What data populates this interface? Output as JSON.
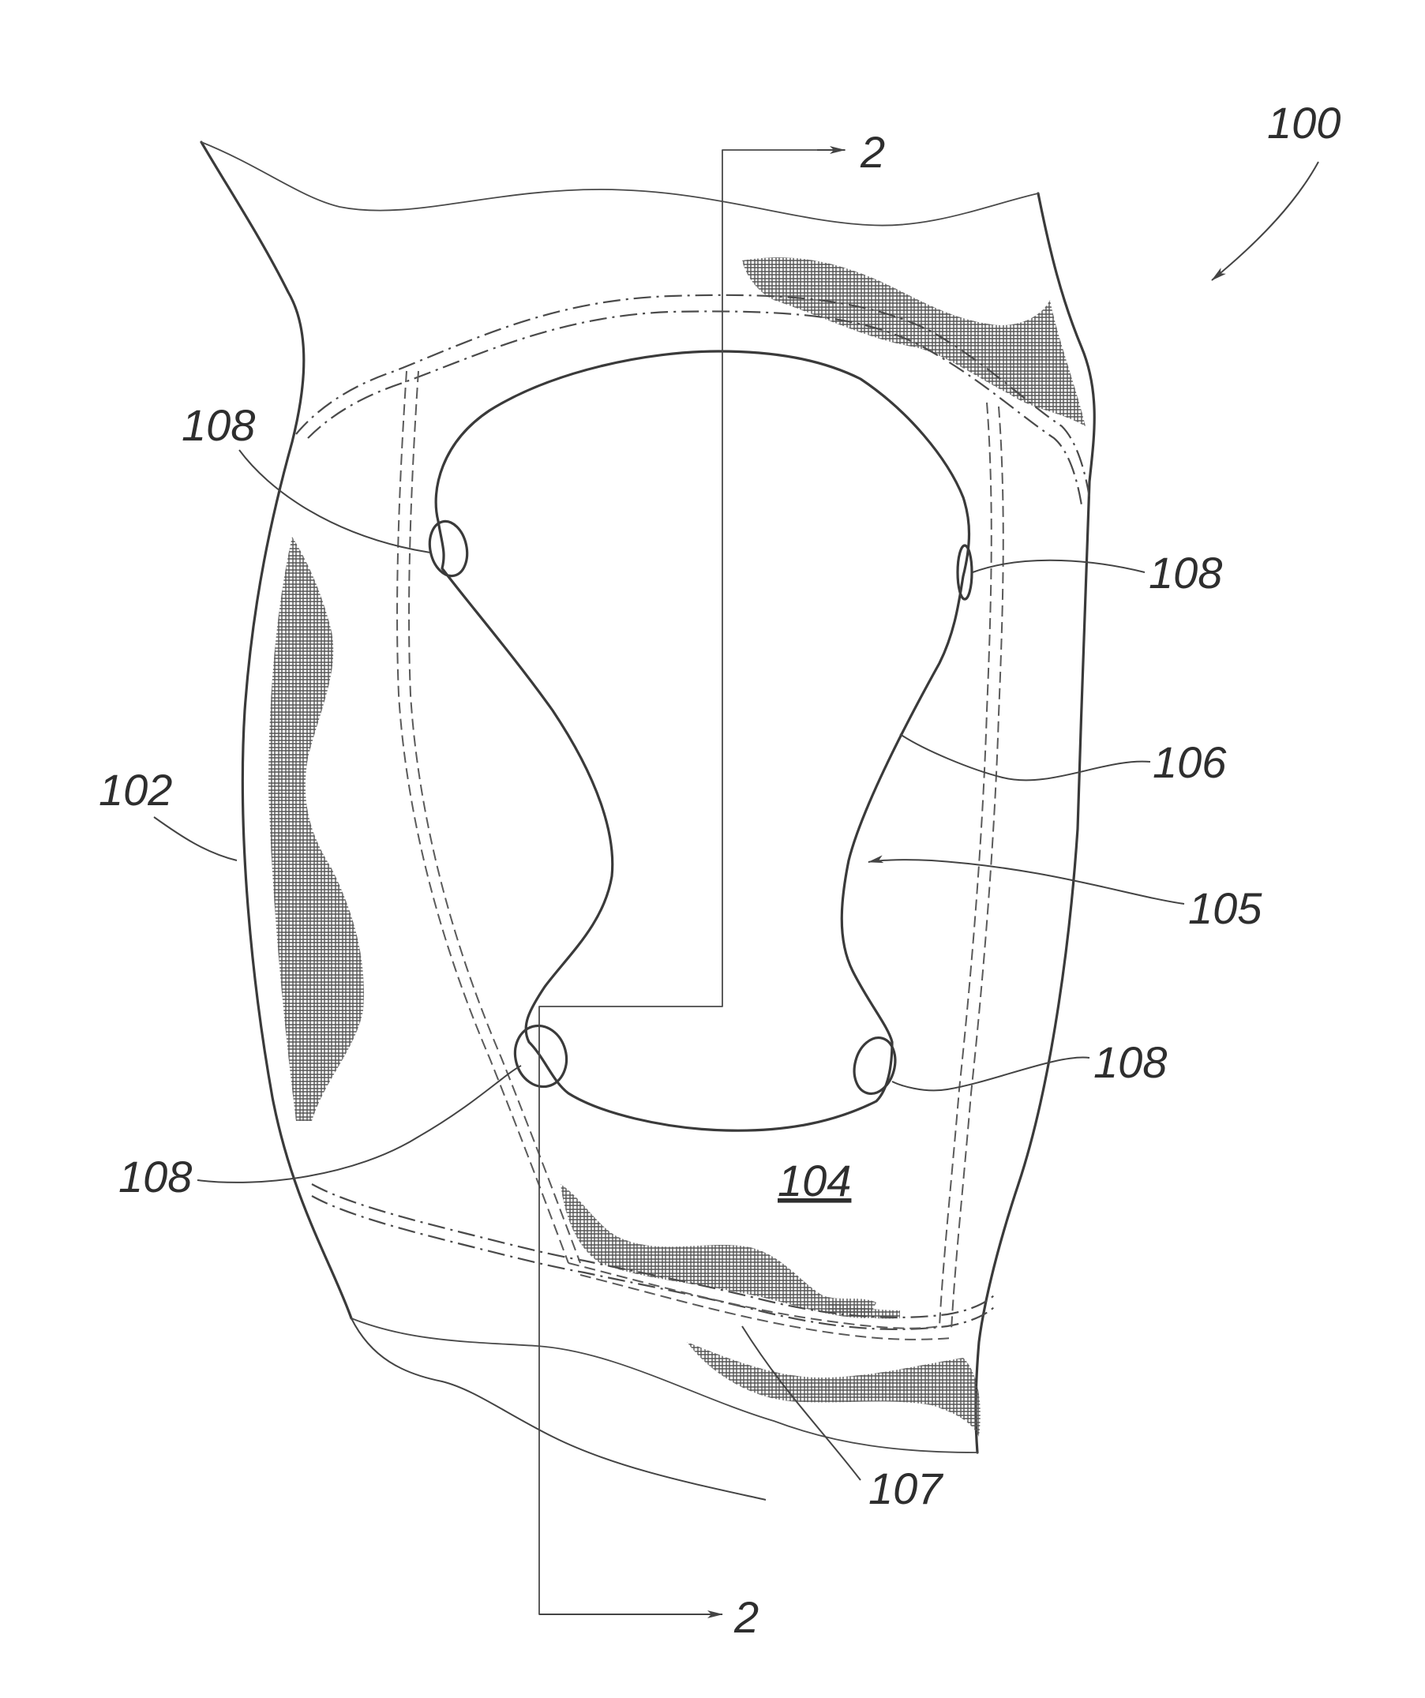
{
  "figure": {
    "ref_numerals": {
      "assembly": "100",
      "garment": "102",
      "panel": "104",
      "opening": "105",
      "edge": "106",
      "seam": "107",
      "marker_top_left": "108",
      "marker_top_right": "108",
      "marker_bottom_left": "108",
      "marker_bottom_right": "108"
    },
    "section": {
      "top_marker": "2",
      "bottom_marker": "2"
    },
    "colors": {
      "ink": "#3a3a3a",
      "background": "#ffffff"
    }
  }
}
